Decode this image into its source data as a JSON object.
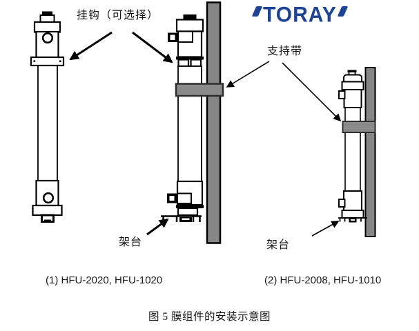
{
  "logo": {
    "text": "TORAY",
    "color": "#1c4398"
  },
  "labels": {
    "hook": "挂钩（可选择）",
    "support_band": "支持带",
    "stand_left": "架台",
    "stand_right": "架台"
  },
  "captions": {
    "module_left": "(1) HFU-2020, HFU-1020",
    "module_right": "(2) HFU-2008, HFU-1010",
    "figure_title": "图 5 膜组件的安装示意图"
  },
  "colors": {
    "post_gray": "#868686",
    "band_gray": "#8a8a8a",
    "outline": "#000000",
    "logo_blue": "#1c4398",
    "background": "#ffffff"
  }
}
